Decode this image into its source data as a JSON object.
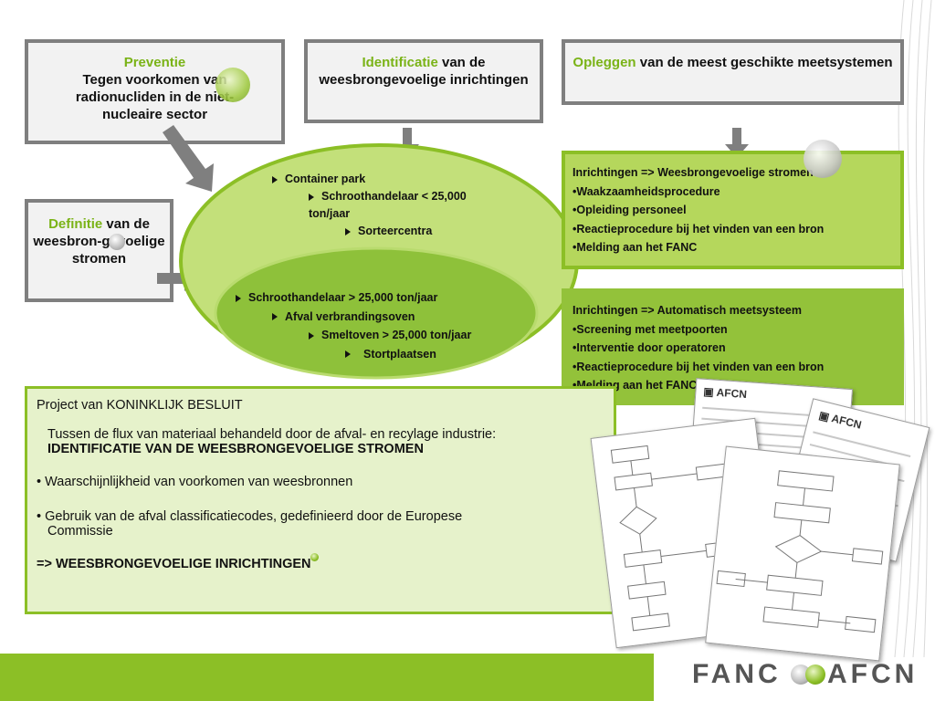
{
  "preventie": {
    "title": "Preventie",
    "text": "Tegen voorkomen van radionucliden in de niet-nucleaire sector"
  },
  "identificatie": {
    "title": "Identificatie",
    "text": " van de weesbrongevoelige inrichtingen"
  },
  "opleggen": {
    "title": "Opleggen",
    "text": " van de meest geschikte meetsystemen"
  },
  "definitie": {
    "title": "Definitie",
    "text": " van de weesbron-gevoelige stromen"
  },
  "outer_ellipse": {
    "items": [
      "Container park",
      "Schroothandelaar  < 25,000 ton/jaar",
      "Sorteercentra"
    ]
  },
  "inner_ellipse": {
    "items": [
      "Schroothandelaar > 25,000 ton/jaar",
      "Afval verbrandingsoven",
      "Smeltoven > 25,000 ton/jaar",
      "Stortplaatsen"
    ]
  },
  "box_weesbron": {
    "lines": [
      "Inrichtingen => Weesbrongevoelige stromen",
      "•Waakzaamheidsprocedure",
      "•Opleiding personeel",
      "•Reactieprocedure bij het vinden van een bron",
      "•Melding aan het FANC"
    ]
  },
  "box_automatisch": {
    "lines": [
      "Inrichtingen => Automatisch meetsysteem",
      "•Screening met meetpoorten",
      "•Interventie door operatoren",
      "•Reactieprocedure bij het vinden van een bron",
      "•Melding aan het FANC"
    ]
  },
  "main": {
    "heading": "Project van KONINKLIJK BESLUIT",
    "flux_line1": "Tussen de flux van materiaal behandeld door de afval- en recylage industrie:",
    "flux_line2": "IDENTIFICATIE VAN DE WEESBRONGEVOELIGE STROMEN",
    "bullet1": "• Waarschijnlijkheid van voorkomen van weesbronnen",
    "bullet2_line1": "• Gebruik van de afval classificatiecodes, gedefinieerd door de Europese",
    "bullet2_line2": "Commissie",
    "conclusion": "=> WEESBRONGEVOELIGE INRICHTINGEN"
  },
  "documents": {
    "doc_logo": "AFCN"
  },
  "footer": {
    "logo_left": "FANC",
    "logo_right": "AFCN"
  },
  "colors": {
    "accent_green": "#8cbf26",
    "light_green": "#b5d75c",
    "box_gray": "#7f7f7f"
  }
}
